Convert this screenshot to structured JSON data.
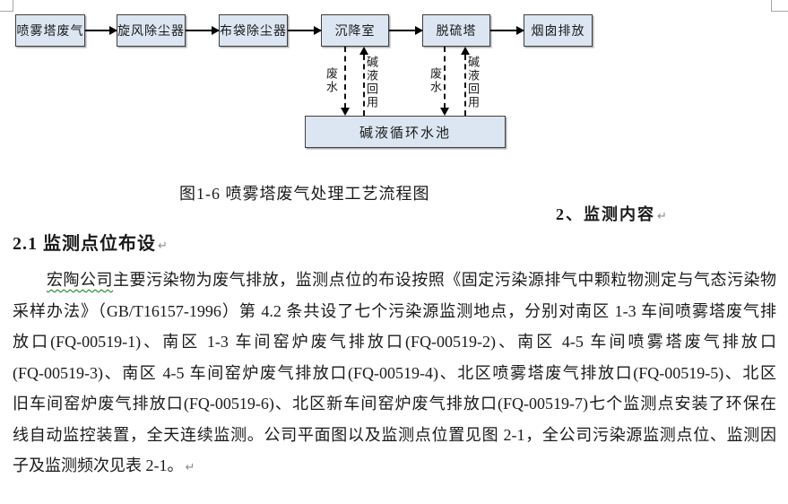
{
  "flowchart": {
    "boxes": [
      "喷雾塔废气",
      "旋风除尘器",
      "布袋除尘器",
      "沉降室",
      "脱硫塔",
      "烟囱排放"
    ],
    "pool_label": "碱液循环水池",
    "wastewater_label": "废水",
    "alkali_return_label": "碱液回用",
    "box_fill_color": "#dce6f2",
    "line_color": "#000000"
  },
  "caption": "图1-6 喷雾塔废气处理工艺流程图",
  "sections": {
    "s2_title": "2、监测内容",
    "s21_title": "2.1 监测点位布设"
  },
  "marks": {
    "pilcrow": "↵"
  },
  "paragraph": {
    "company": "宏陶公司",
    "first_line_rest": "主要污染物为废气排放，监测点位的布设按照《固定污染源排气中颗粒物测定与气态污染物",
    "lines": [
      "采样办法》（GB/T16157-1996）第 4.2 条共设了七个污染源监测地点，分别对南区 1-3 车间喷雾塔废气排",
      "放口(FQ-00519-1)、南区 1-3 车间窑炉废气排放口(FQ-00519-2)、南区 4-5 车间喷雾塔废气排放口",
      "(FQ-00519-3)、南区 4-5 车间窑炉废气排放口(FQ-00519-4)、北区喷雾塔废气排放口(FQ-00519-5)、北区",
      "旧车间窑炉废气排放口(FQ-00519-6)、北区新车间窑炉废气排放口(FQ-00519-7)七个监测点安装了环保在",
      "线自动监控装置，全天连续监测。公司平面图以及监测点位置见图 2-1，全公司污染源监测点位、监测因",
      "子及监测频次见表 2-1。"
    ]
  },
  "colors": {
    "wavy_underline": "#008000",
    "corner_mark": "#a6a6a6",
    "text": "#1a1a1a"
  }
}
